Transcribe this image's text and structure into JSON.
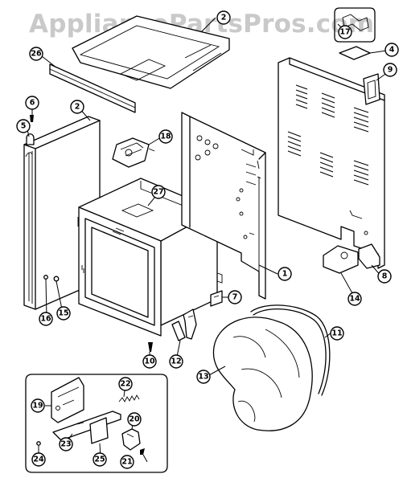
{
  "watermark": "AppliancePartsPros.com",
  "callouts": [
    "1",
    "2",
    "2",
    "4",
    "5",
    "6",
    "7",
    "8",
    "9",
    "10",
    "11",
    "12",
    "13",
    "14",
    "15",
    "16",
    "17",
    "18",
    "19",
    "20",
    "21",
    "22",
    "23",
    "24",
    "25",
    "26",
    "27"
  ]
}
